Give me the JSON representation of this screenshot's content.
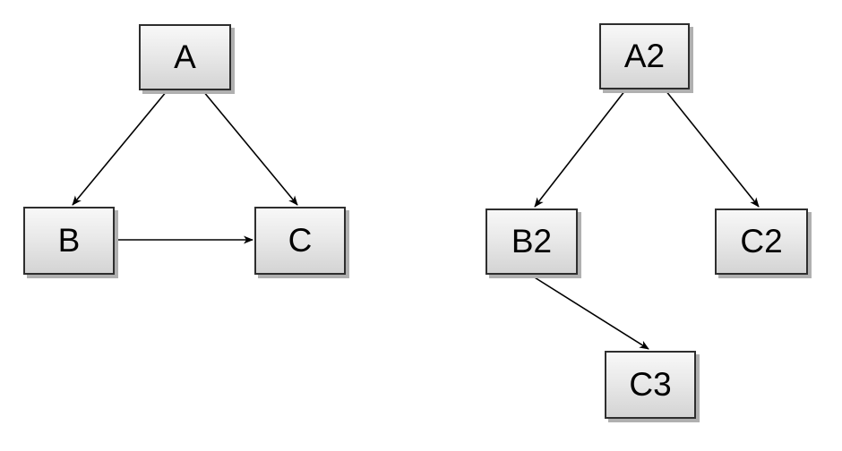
{
  "diagram": {
    "background_color": "#ffffff",
    "style": {
      "node_fill_top": "#f8f8f8",
      "node_fill_bottom": "#d4d4d4",
      "node_border_color": "#2e2e2e",
      "node_shadow_color": "#b0b0b0",
      "edge_color": "#000000",
      "label_color": "#000000"
    },
    "left_graph": {
      "nodes": [
        {
          "id": "A",
          "label": "A"
        },
        {
          "id": "B",
          "label": "B"
        },
        {
          "id": "C",
          "label": "C"
        }
      ],
      "edges": [
        {
          "from": "A",
          "to": "B"
        },
        {
          "from": "A",
          "to": "C"
        },
        {
          "from": "B",
          "to": "C"
        }
      ]
    },
    "right_graph": {
      "nodes": [
        {
          "id": "A2",
          "label": "A2"
        },
        {
          "id": "B2",
          "label": "B2"
        },
        {
          "id": "C2",
          "label": "C2"
        },
        {
          "id": "C3",
          "label": "C3"
        }
      ],
      "edges": [
        {
          "from": "A2",
          "to": "B2"
        },
        {
          "from": "A2",
          "to": "C2"
        },
        {
          "from": "B2",
          "to": "C3"
        }
      ]
    }
  }
}
